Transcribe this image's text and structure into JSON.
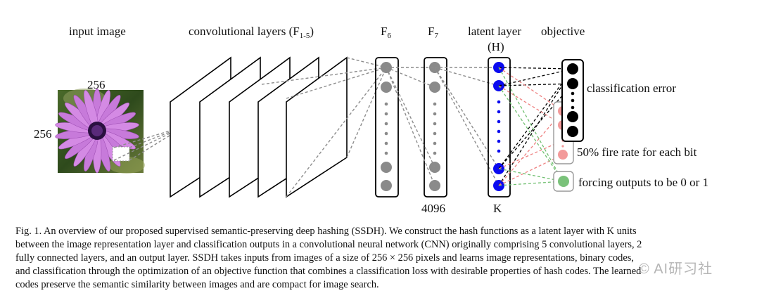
{
  "figure": {
    "labels": {
      "input_image": "input image",
      "conv_layers": "convolutional layers (F",
      "conv_layers_sub": "1-5",
      "conv_layers_close": ")",
      "f6": "F",
      "f6_sub": "6",
      "f7": "F",
      "f7_sub": "7",
      "latent_layer": "latent layer",
      "latent_h": "(H)",
      "objective": "objective",
      "size_top": "256",
      "size_left": "256",
      "f7_units": "4096",
      "latent_units": "K",
      "classification_error": "classification error",
      "fire_rate": "50% fire rate for each bit",
      "forcing_outputs": "forcing outputs to be 0 or 1"
    },
    "colors": {
      "node_gray": "#8a8a8a",
      "node_blue": "#0a0af0",
      "node_black": "#000000",
      "node_pink": "#f39a9a",
      "node_green": "#7ac27a",
      "edge_gray": "#8c8c8c",
      "edge_red": "#ee8080",
      "edge_green": "#6fbf6f"
    }
  },
  "caption": {
    "lines": [
      "Fig. 1.  An overview of our proposed supervised semantic-preserving deep hashing (SSDH). We construct the hash functions as a latent layer with K units",
      "between the image representation layer and classification outputs in a convolutional neural network (CNN) originally comprising 5 convolutional layers, 2",
      "fully connected layers, and an output layer. SSDH takes inputs from images of a size of 256 × 256 pixels and learns image representations, binary codes,",
      "and classification through the optimization of an objective function that combines a classification loss with desirable properties of hash codes. The learned",
      "codes preserve the semantic similarity between images and are compact for image search."
    ]
  },
  "watermark": "© AI研习社"
}
